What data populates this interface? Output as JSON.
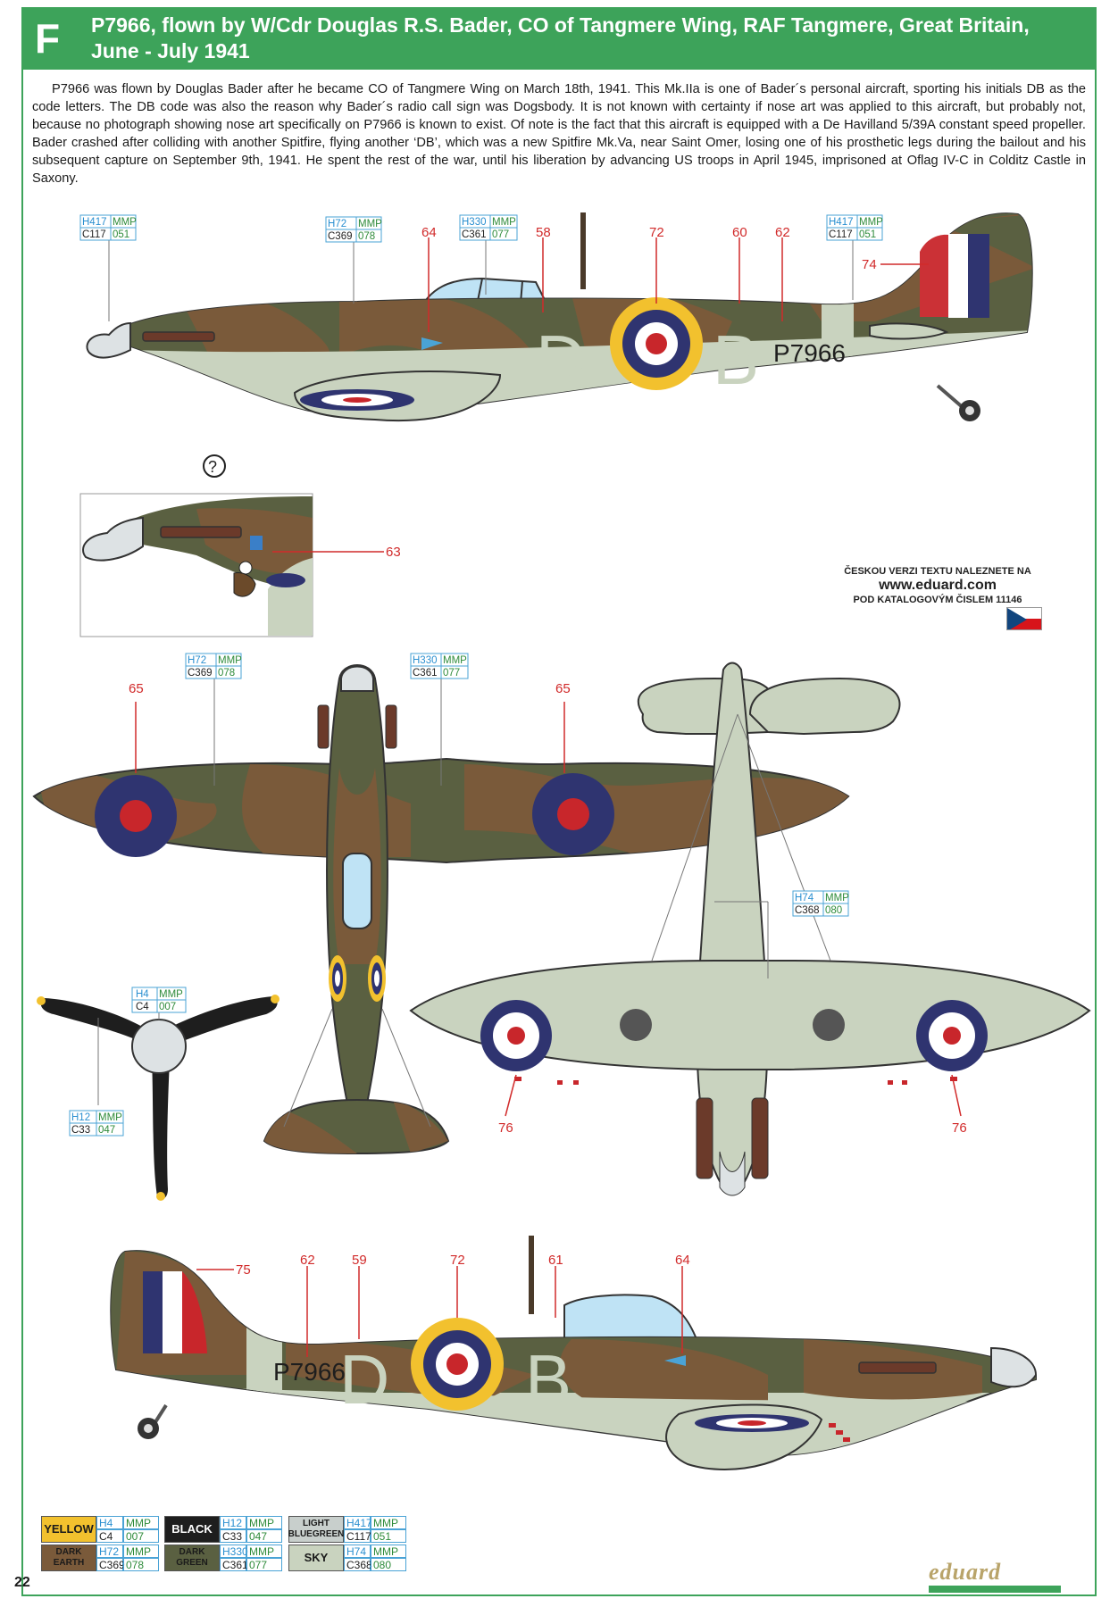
{
  "header": {
    "letter": "F",
    "title": "P7966, flown by W/Cdr Douglas R.S. Bader, CO of Tangmere Wing, RAF Tangmere, Great Britain,\nJune - July 1941"
  },
  "intro_text": "P7966 was flown by Douglas Bader after he became CO of Tangmere Wing on March 18th, 1941. This Mk.IIa is one of Bader´s personal aircraft, sporting his initials DB as the code letters. The DB code was also the reason why Bader´s radio call sign was Dogsbody. It is not known with certainty if nose art was applied to this aircraft, but probably not, because no photograph showing nose art specifically on P7966 is known to exist. Of note is the fact that this aircraft is equipped with a De Havilland 5/39A constant speed propeller. Bader crashed after colliding with another Spitfire, flying another ‘DB’, which was a new Spitfire Mk.Va, near Saint Omer, losing one of his prosthetic legs during the bailout and his subsequent capture on September 9th, 1941. He spent the rest of the war, until his liberation by advancing US troops in April 1945, imprisoned at Oflag IV-C in Colditz Castle in Saxony.",
  "aircraft": {
    "code_left": "D",
    "code_right": "B",
    "serial": "P7966",
    "question_mark": "?"
  },
  "colors": {
    "green_header": "#3da35a",
    "dark_earth": "#7a5a3a",
    "dark_green": "#5a6041",
    "sky": "#c9d3bf",
    "yellow": "#f2c12e",
    "roundel_blue": "#2f3470",
    "roundel_red": "#c8262b",
    "black": "#1e1e1e",
    "light_grey_spinner": "#dde2e4",
    "callout_red": "#d12a2a"
  },
  "callouts": {
    "side_top": [
      "64",
      "58",
      "72",
      "60",
      "62",
      "74"
    ],
    "nose_detail": "63",
    "top_view": [
      "65",
      "65"
    ],
    "under_view": [
      "76",
      "76"
    ],
    "side_bottom": [
      "75",
      "62",
      "59",
      "72",
      "61",
      "64"
    ]
  },
  "paint_labels": {
    "h417": {
      "h": "H417",
      "m": "MMP",
      "c": "C117",
      "n": "051"
    },
    "h72": {
      "h": "H72",
      "m": "MMP",
      "c": "C369",
      "n": "078"
    },
    "h330": {
      "h": "H330",
      "m": "MMP",
      "c": "C361",
      "n": "077"
    },
    "h74": {
      "h": "H74",
      "m": "MMP",
      "c": "C368",
      "n": "080"
    },
    "h4": {
      "h": "H4",
      "m": "MMP",
      "c": "C4",
      "n": "007"
    },
    "h12": {
      "h": "H12",
      "m": "MMP",
      "c": "C33",
      "n": "047"
    }
  },
  "czech_note": {
    "line1": "ČESKOU VERZI TEXTU NALEZNETE NA",
    "url": "www.eduard.com",
    "line3": "POD KATALOGOVÝM ČISLEM 11146"
  },
  "paint_table": [
    {
      "name": "YELLOW",
      "color": "#f2c12e",
      "text_color": "#1a1a1a",
      "h": "H4",
      "m": "MMP",
      "c": "C4",
      "n": "007"
    },
    {
      "name": "BLACK",
      "color": "#1e1e1e",
      "text_color": "#ffffff",
      "h": "H12",
      "m": "MMP",
      "c": "C33",
      "n": "047"
    },
    {
      "name": "LIGHT\nBLUEGREEN",
      "color": "#c8cfcc",
      "text_color": "#1a1a1a",
      "h": "H417",
      "m": "MMP",
      "c": "C117",
      "n": "051"
    },
    {
      "name": "DARK\nEARTH",
      "color": "#7a5a3a",
      "text_color": "#1a1a1a",
      "h": "H72",
      "m": "MMP",
      "c": "C369",
      "n": "078"
    },
    {
      "name": "DARK\nGREEN",
      "color": "#5a6041",
      "text_color": "#1a1a1a",
      "h": "H330",
      "m": "MMP",
      "c": "C361",
      "n": "077"
    },
    {
      "name": "SKY",
      "color": "#c9d3bf",
      "text_color": "#1a1a1a",
      "h": "H74",
      "m": "MMP",
      "c": "C368",
      "n": "080"
    }
  ],
  "footer": {
    "page_number": "22",
    "logo": "eduard"
  }
}
